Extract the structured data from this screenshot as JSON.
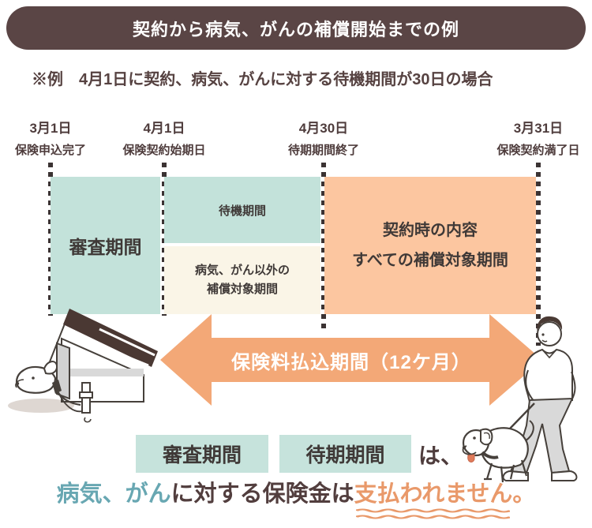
{
  "header": {
    "title": "契約から病気、がんの補償開始までの例"
  },
  "subtitle": "※例　4月1日に契約、病気、がんに対する待機期間が30日の場合",
  "timeline": {
    "milestones": [
      {
        "date": "3月1日",
        "label": "保険申込完了"
      },
      {
        "date": "4月1日",
        "label": "保険契約始期日"
      },
      {
        "date": "4月30日",
        "label": "待期期間終了"
      },
      {
        "date": "3月31日",
        "label": "保険契約満了日"
      }
    ],
    "blocks": {
      "examination": "審査期間",
      "waiting": "待機期間",
      "non_illness_line1": "病気、がん以外の",
      "non_illness_line2": "補償対象期間",
      "full_line1": "契約時の内容",
      "full_line2": "すべての補償対象期間"
    },
    "arrow_label": "保険料払込期間（12ケ月）"
  },
  "legend": {
    "box1": "審査期間",
    "box2": "待期期間",
    "suffix": "は、",
    "sentence_part1": "病気、がん",
    "sentence_part2": "に対する保険金は",
    "sentence_part3": "支払われません。"
  },
  "colors": {
    "header_bg": "#5a4545",
    "dark_text": "#4e3c3c",
    "teal_block": "#c3e2da",
    "cream_block": "#faf5e7",
    "orange_block": "#fcc6a0",
    "arrow_orange": "#f3a877",
    "teal_text": "#68a7b2",
    "orange_text": "#e9996a"
  }
}
